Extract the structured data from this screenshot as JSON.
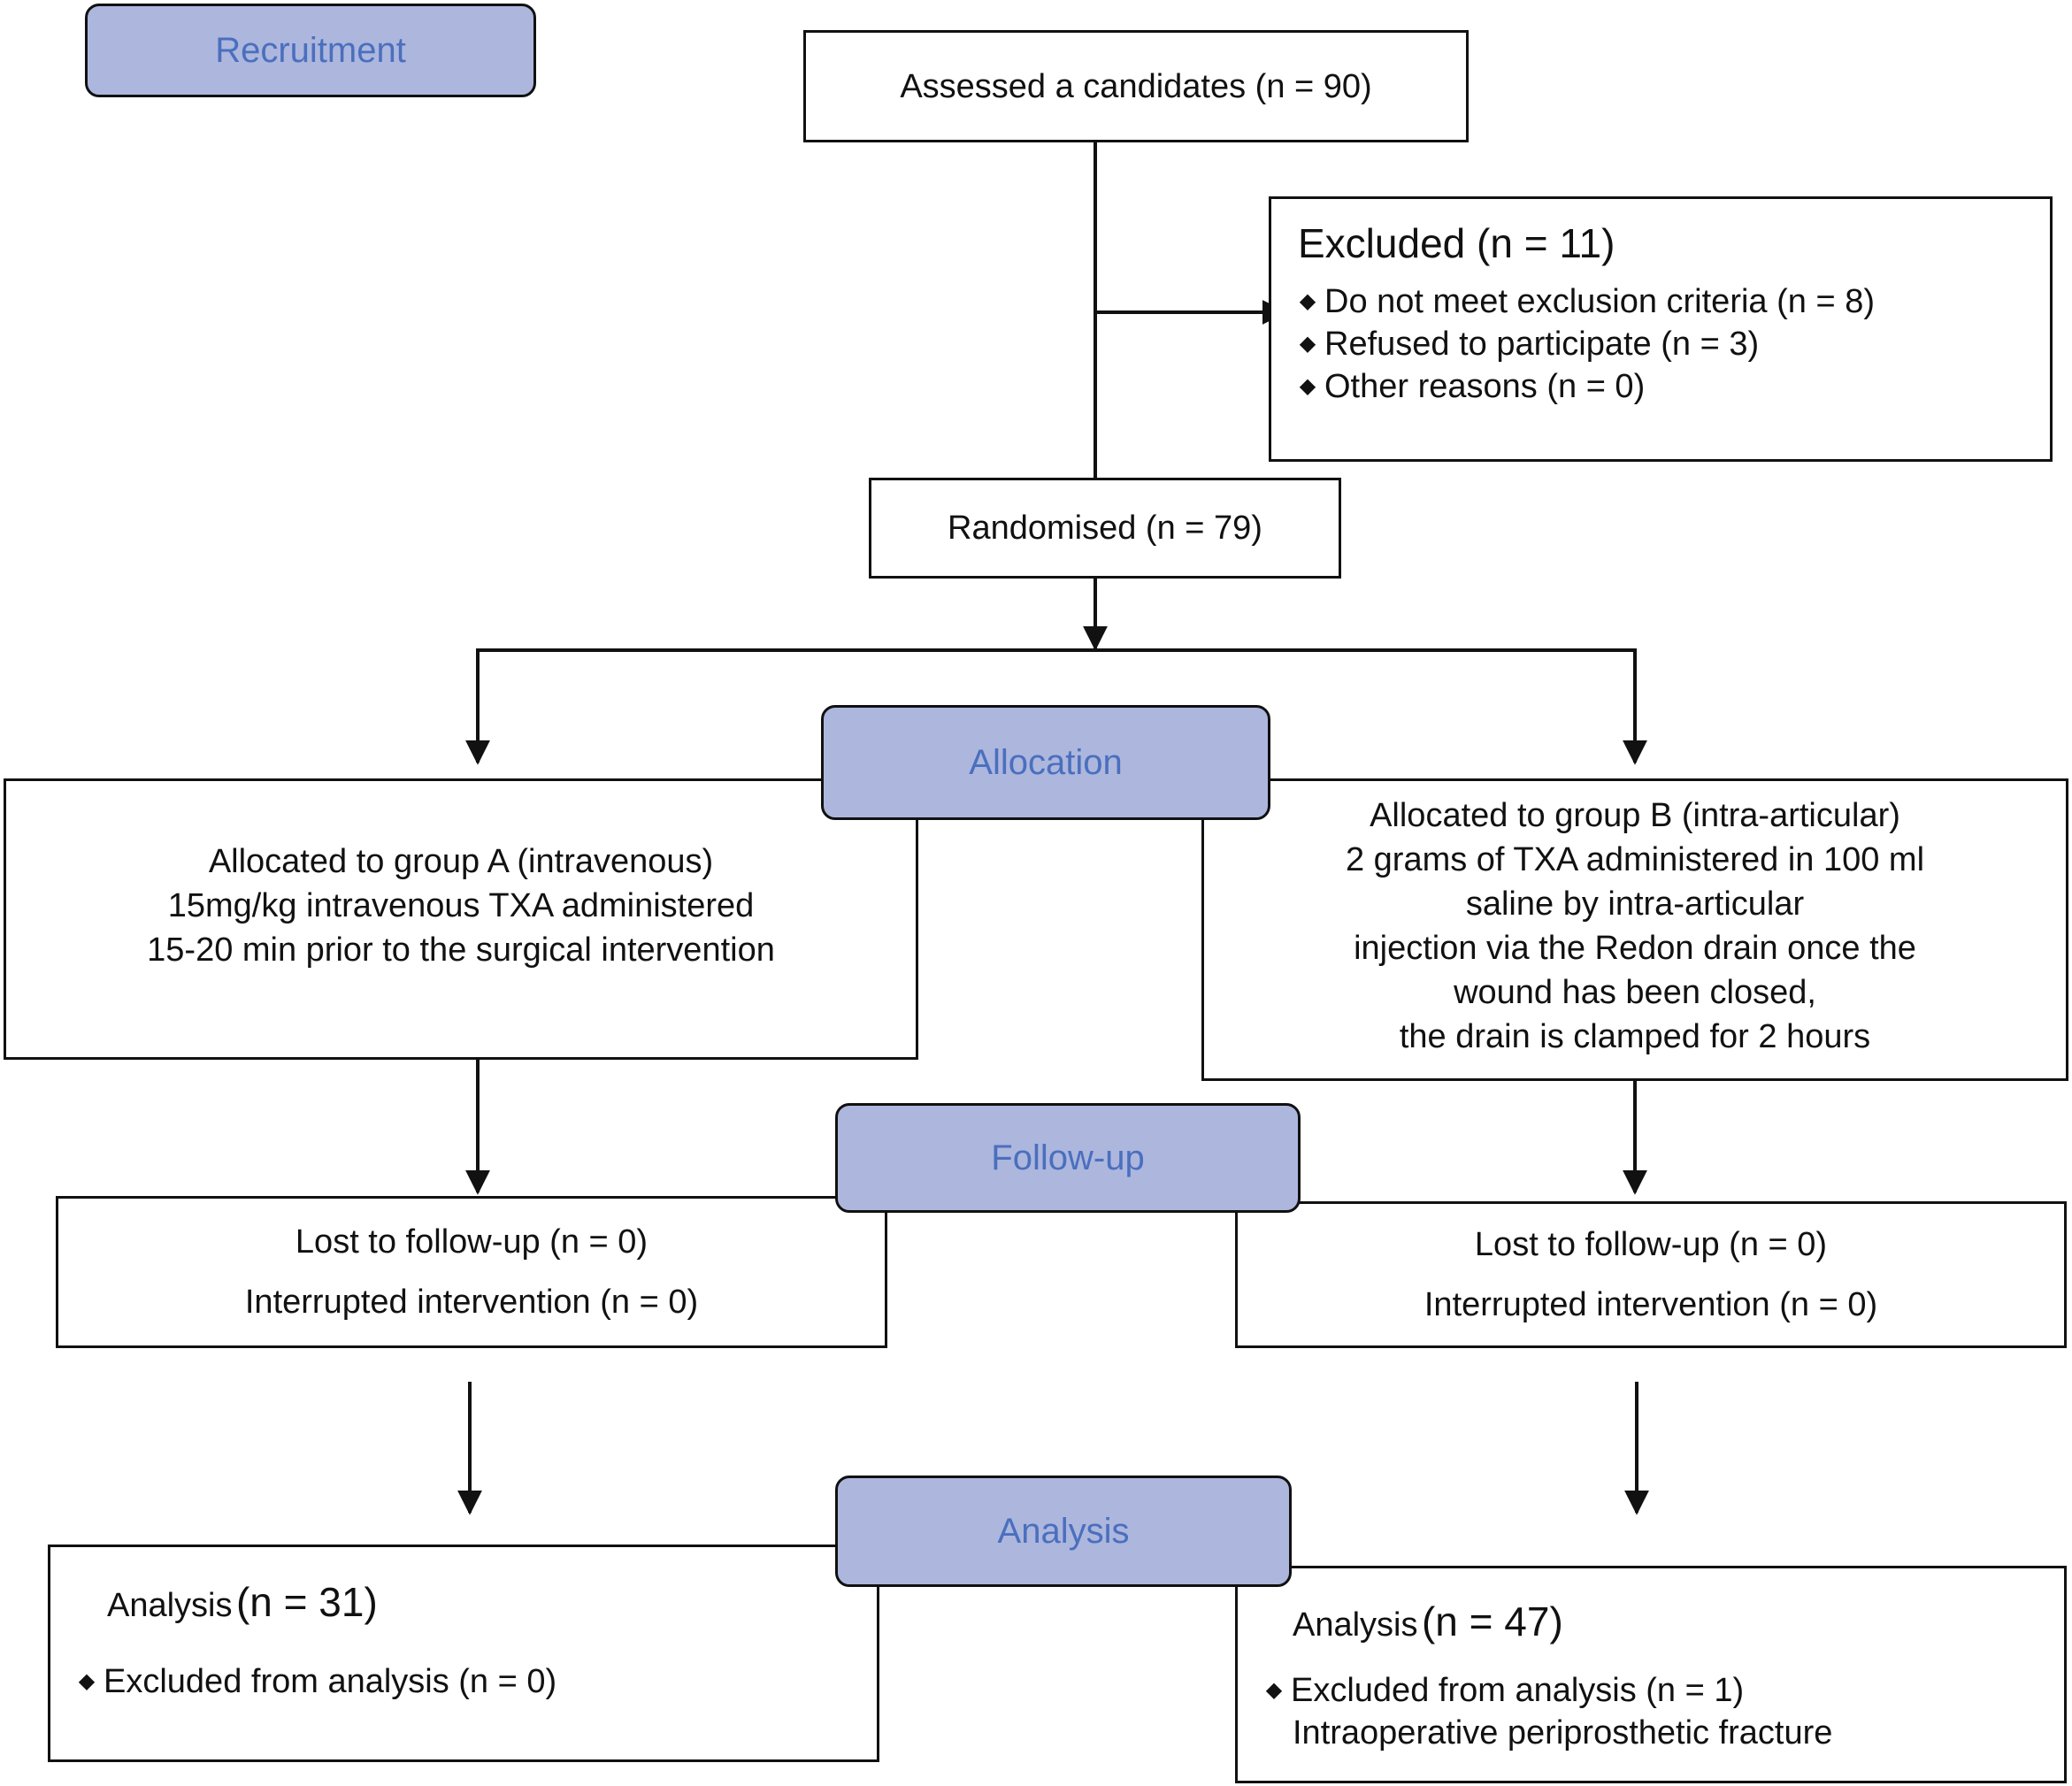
{
  "stages": {
    "recruitment": "Recruitment",
    "allocation": "Allocation",
    "follow_up": "Follow-up",
    "analysis": "Analysis"
  },
  "assessed": "Assessed a candidates (n = 90)",
  "excluded": {
    "title": "Excluded (n = 11)",
    "items": [
      "Do not meet exclusion criteria (n = 8)",
      "Refused to participate (n = 3)",
      "Other reasons (n = 0)"
    ]
  },
  "randomised": "Randomised (n = 79)",
  "group_a": {
    "lines": [
      "Allocated to group A (intravenous)",
      "15mg/kg intravenous TXA administered",
      "15-20 min prior to the surgical intervention"
    ],
    "follow_up": [
      "Lost to follow-up (n = 0)",
      "Interrupted intervention (n = 0)"
    ],
    "analysis_label": "Analysis",
    "analysis_n": "(n = 31)",
    "analysis_excluded": "Excluded from analysis (n = 0)"
  },
  "group_b": {
    "lines": [
      "Allocated to group B (intra-articular)",
      "2 grams of TXA administered in 100 ml",
      "saline by intra-articular",
      "injection via the Redon drain once the",
      "wound has been closed,",
      "the drain is clamped for 2 hours"
    ],
    "follow_up": [
      "Lost to follow-up (n = 0)",
      "Interrupted intervention (n = 0)"
    ],
    "analysis_label": "Analysis",
    "analysis_n": "(n = 47)",
    "analysis_excluded": "Excluded from analysis (n = 1)",
    "analysis_note": "Intraoperative periprosthetic fracture"
  },
  "colors": {
    "stage_fill": "#adb6dd",
    "stage_text": "#4a6fbe",
    "lines": "#111111"
  },
  "icons": {
    "bullet": "diamond-bullet-icon"
  }
}
